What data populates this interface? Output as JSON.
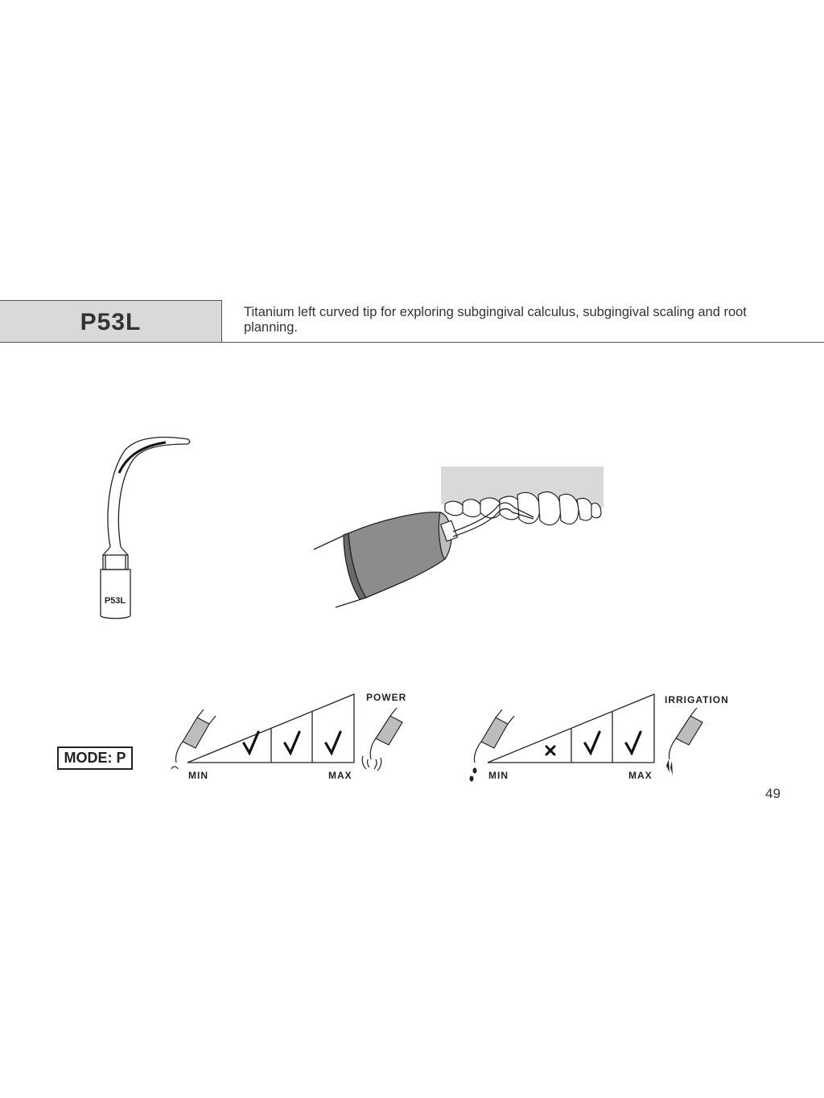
{
  "header": {
    "model": "P53L",
    "description": "Titanium left curved tip for exploring subgingival calculus, subgingival scaling and root planning."
  },
  "tip_illustration": {
    "engraving": "P53L"
  },
  "mode": {
    "label": "MODE: P"
  },
  "power_gauge": {
    "title": "POWER",
    "min_label": "MIN",
    "max_label": "MAX",
    "levels": [
      "check",
      "check",
      "check"
    ]
  },
  "irrigation_gauge": {
    "title": "IRRIGATION",
    "min_label": "MIN",
    "max_label": "MAX",
    "levels": [
      "cross",
      "check",
      "check"
    ]
  },
  "page_number": "49"
}
